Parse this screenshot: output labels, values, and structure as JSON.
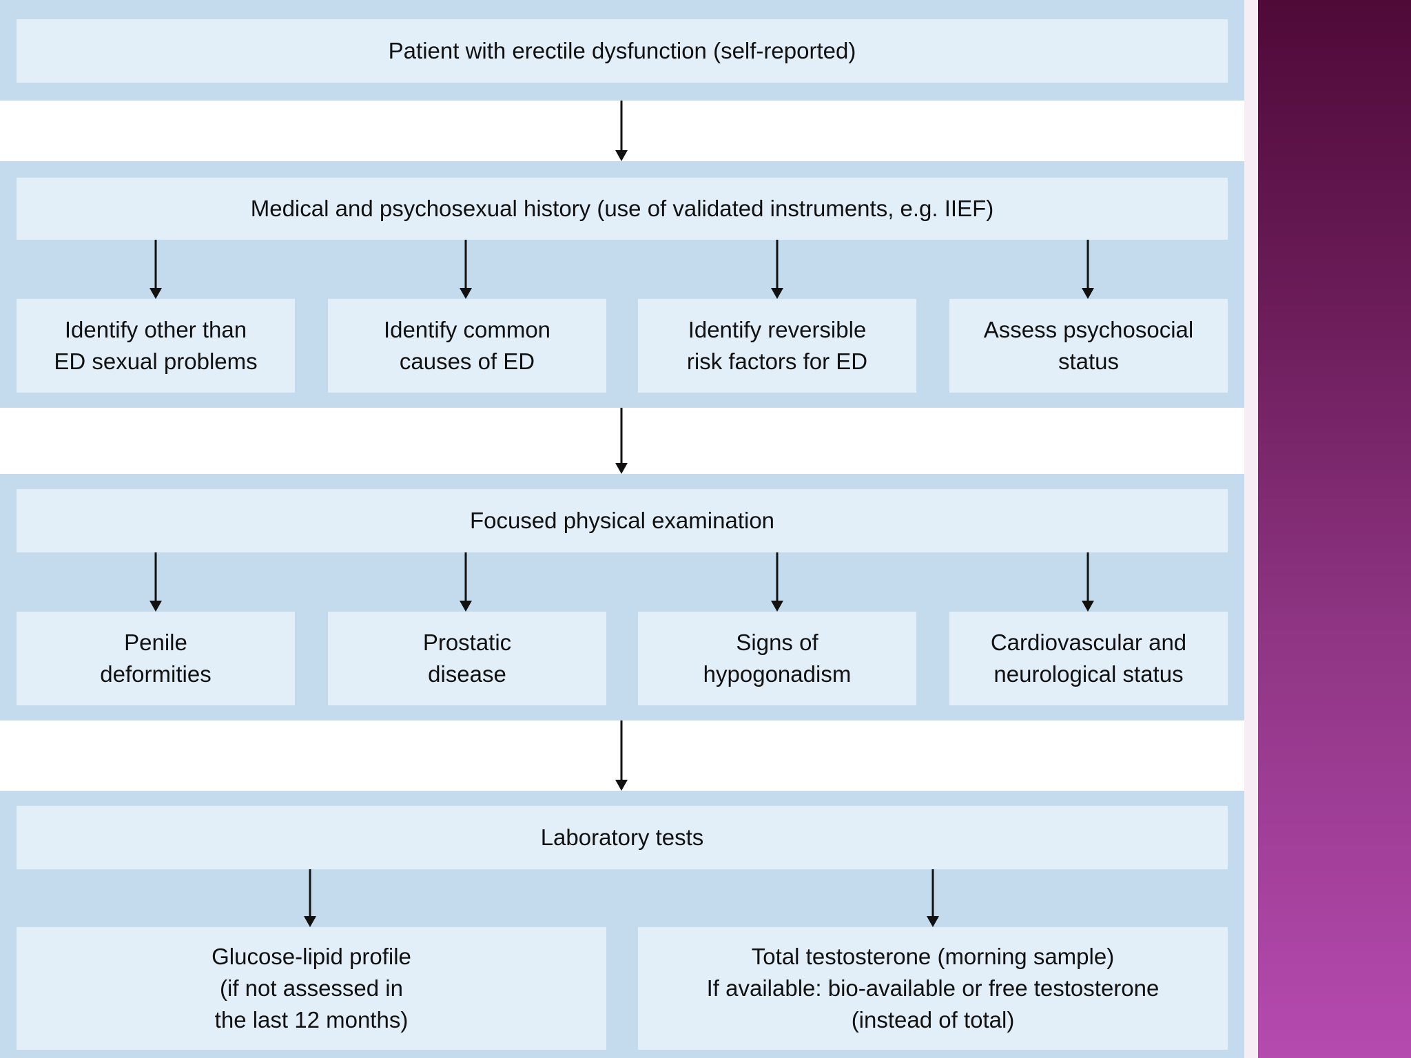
{
  "colors": {
    "band": "#c3dbec",
    "box": "#e2eef8",
    "side_panel_top": "#4f0a38",
    "side_panel_bottom": "#b54aaf"
  },
  "flowchart": {
    "start": "Patient with erectile dysfunction (self-reported)",
    "history": {
      "title": "Medical and psychosexual history (use of validated instruments, e.g. IIEF)",
      "items": [
        "Identify other than\nED sexual problems",
        "Identify common\ncauses of ED",
        "Identify reversible\nrisk factors for ED",
        "Assess psychosocial\nstatus"
      ]
    },
    "exam": {
      "title": "Focused physical examination",
      "items": [
        "Penile\ndeformities",
        "Prostatic\ndisease",
        "Signs of\nhypogonadism",
        "Cardiovascular and\nneurological status"
      ]
    },
    "lab": {
      "title": "Laboratory tests",
      "items": [
        "Glucose-lipid profile\n(if not assessed in\nthe last 12 months)",
        "Total testosterone (morning sample)\nIf available: bio-available or free testosterone\n(instead of total)"
      ]
    }
  }
}
